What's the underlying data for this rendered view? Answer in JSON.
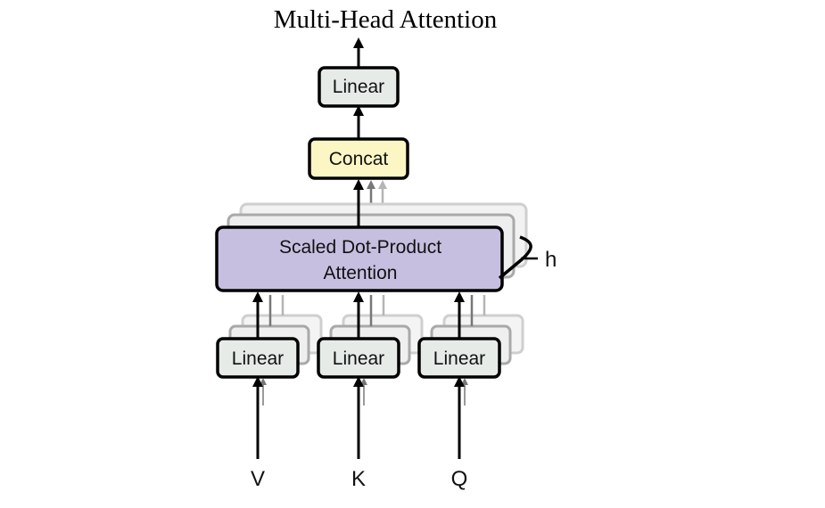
{
  "title": "Multi-Head Attention",
  "blocks": {
    "top_linear": "Linear",
    "concat": "Concat",
    "attention_line1": "Scaled Dot-Product",
    "attention_line2": "Attention",
    "linear_v": "Linear",
    "linear_k": "Linear",
    "linear_q": "Linear"
  },
  "inputs": {
    "v": "V",
    "k": "K",
    "q": "Q"
  },
  "heads_label": "h",
  "colors": {
    "linear_fill": "#e6ebe8",
    "concat_fill": "#fcf5c4",
    "attention_fill": "#c7bfe0",
    "stroke": "#000000"
  }
}
